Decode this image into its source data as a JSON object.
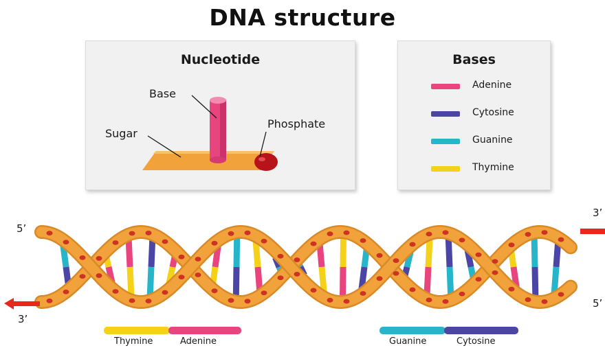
{
  "title": "DNA structure",
  "nucleotide_panel": {
    "title": "Nucleotide",
    "labels": {
      "base": "Base",
      "sugar": "Sugar",
      "phosphate": "Phosphate"
    }
  },
  "bases_panel": {
    "title": "Bases",
    "items": [
      {
        "name": "Adenine",
        "color": "#e8457e"
      },
      {
        "name": "Cytosine",
        "color": "#4b46a6"
      },
      {
        "name": "Guanine",
        "color": "#27b6c9"
      },
      {
        "name": "Thymine",
        "color": "#f5d21a"
      }
    ]
  },
  "helix": {
    "backbone_color": "#f2a23a",
    "phosphate_dot_color": "#cc3322",
    "arrow_color": "#e8281e",
    "ends": {
      "top_left": "5’",
      "bottom_left": "3’",
      "top_right": "3’",
      "bottom_right": "5’"
    }
  },
  "pairs": [
    {
      "left": "Thymine",
      "right": "Adenine",
      "left_color": "#f5d21a",
      "right_color": "#e8457e"
    },
    {
      "left": "Guanine",
      "right": "Cytosine",
      "left_color": "#27b6c9",
      "right_color": "#4b46a6"
    }
  ]
}
